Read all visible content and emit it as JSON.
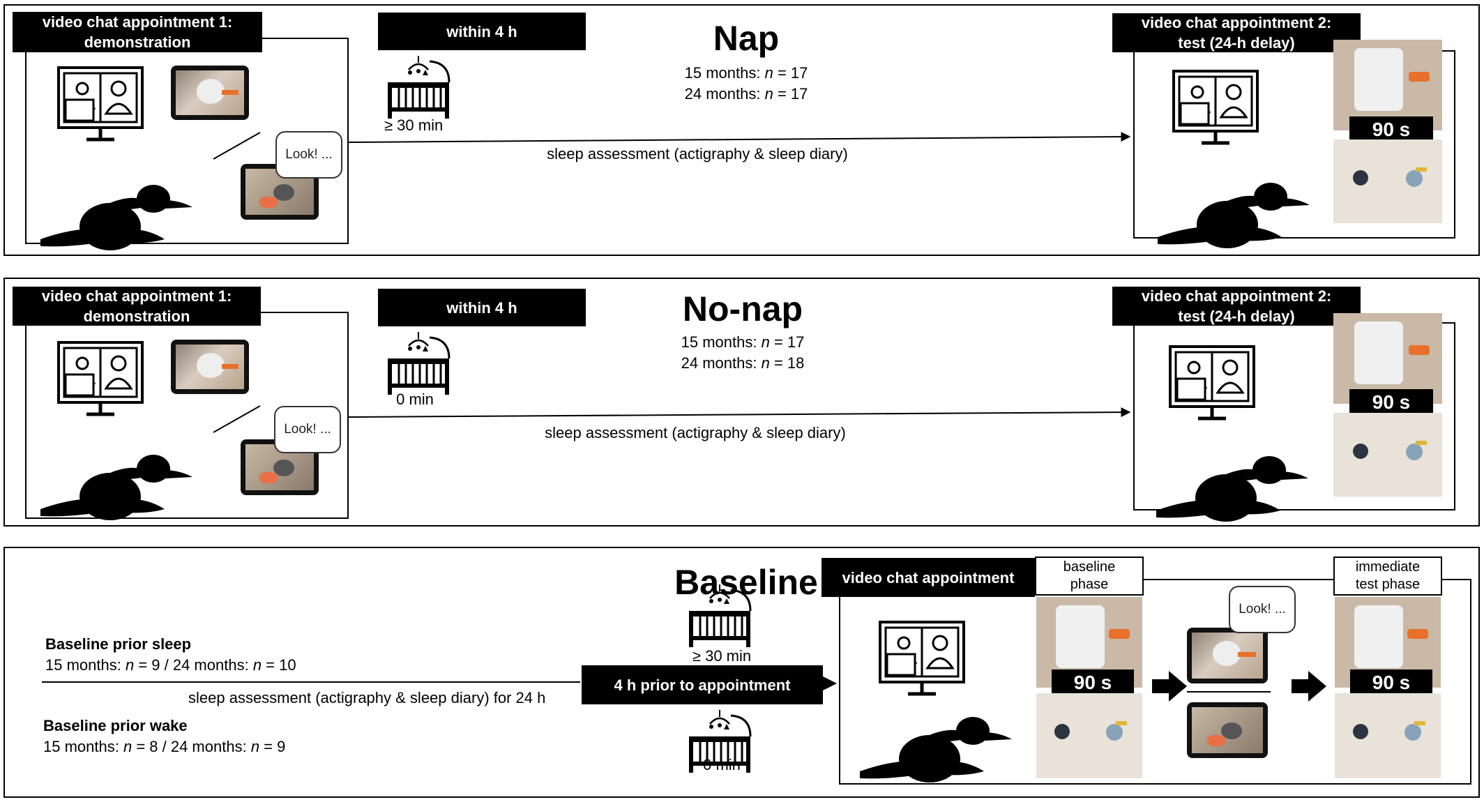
{
  "conditions": [
    {
      "title": "Nap",
      "appointment1_line1": "video chat appointment 1:",
      "appointment1_line2": "demonstration",
      "within": "within 4 h",
      "groups_line1": "15 months: n = 17",
      "groups_line2": "24 months: n = 17",
      "nap_duration": "≥ 30 min",
      "sleep_assessment": "sleep assessment (actigraphy & sleep diary)",
      "appointment2_line1": "video chat appointment 2:",
      "appointment2_line2": "test (24-h delay)",
      "speech": "Look! ...",
      "test_time": "90 s"
    },
    {
      "title": "No-nap",
      "appointment1_line1": "video chat appointment 1:",
      "appointment1_line2": "demonstration",
      "within": "within 4 h",
      "groups_line1": "15 months: n = 17",
      "groups_line2": "24 months: n = 18",
      "nap_duration": "0 min",
      "sleep_assessment": "sleep assessment (actigraphy & sleep diary)",
      "appointment2_line1": "video chat appointment 2:",
      "appointment2_line2": "test (24-h delay)",
      "speech": "Look! ...",
      "test_time": "90 s"
    }
  ],
  "baseline": {
    "title": "Baseline",
    "prior_sleep_label": "Baseline prior sleep",
    "prior_sleep_groups": "15 months: n = 9 / 24 months: n = 10",
    "sleep_assessment": "sleep assessment (actigraphy & sleep diary) for 24 h",
    "prior_wake_label": "Baseline prior wake",
    "prior_wake_groups": "15 months: n = 8 / 24 months: n = 9",
    "sleep_duration": "≥ 30 min",
    "wake_duration": "0 min",
    "prior_window": "4 h prior to appointment",
    "appointment": "video chat appointment",
    "baseline_phase_line1": "baseline",
    "baseline_phase_line2": "phase",
    "immediate_line1": "immediate",
    "immediate_line2": "test phase",
    "speech": "Look! ...",
    "baseline_time": "90 s",
    "test_time": "90 s"
  },
  "icons": [
    "monitor-videochat-icon",
    "crib-mobile-icon",
    "parent-child-icon",
    "tablet-icon",
    "speech-bubble-icon",
    "arrow-right-icon"
  ]
}
